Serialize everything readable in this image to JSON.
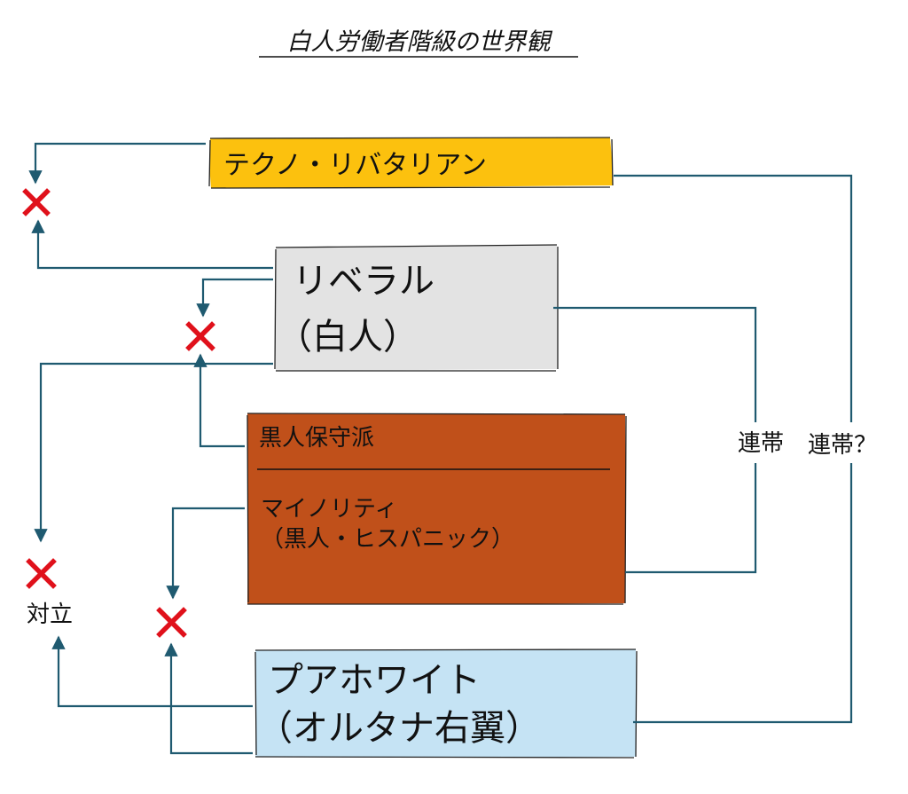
{
  "title": "白人労働者階級の世界観",
  "nodes": {
    "techno_libertarian": {
      "label": "テクノ・リバタリアン",
      "fill": "#fcc10e"
    },
    "liberal": {
      "line1": "リベラル",
      "line2": "（白人）",
      "fill": "#e3e3e3"
    },
    "minority_block": {
      "upper": "黒人保守派",
      "lower_line1": "マイノリティ",
      "lower_line2": "（黒人・ヒスパニック）",
      "fill": "#c0501a"
    },
    "poor_white": {
      "line1": "プアホワイト",
      "line2": "（オルタナ右翼）",
      "fill": "#c5e3f4"
    }
  },
  "labels": {
    "solidarity": "連帯",
    "solidarity_question": "連帯？",
    "confrontation": "対立"
  },
  "styles": {
    "connector_color": "#1f5a70",
    "x_mark_color": "#e0111b"
  }
}
